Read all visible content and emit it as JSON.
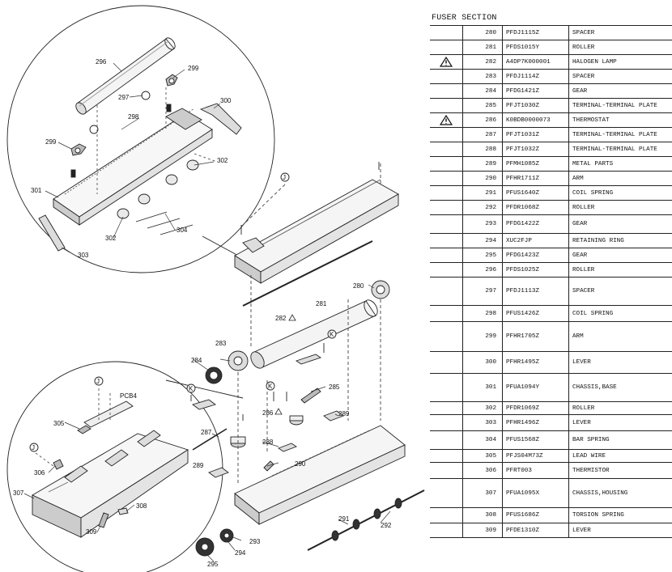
{
  "section_title": "FUSER SECTION",
  "parts": [
    {
      "ref": "280",
      "part": "PFDJ1115Z",
      "desc": "SPACER",
      "warn": false
    },
    {
      "ref": "281",
      "part": "PFDS1015Y",
      "desc": "ROLLER",
      "warn": false
    },
    {
      "ref": "282",
      "part": "A4DP7K000001",
      "desc": "HALOGEN LAMP",
      "warn": true
    },
    {
      "ref": "283",
      "part": "PFDJ1114Z",
      "desc": "SPACER",
      "warn": false
    },
    {
      "ref": "284",
      "part": "PFDG1421Z",
      "desc": "GEAR",
      "warn": false
    },
    {
      "ref": "285",
      "part": "PFJT1030Z",
      "desc": "TERMINAL-TERMINAL PLATE",
      "warn": false
    },
    {
      "ref": "286",
      "part": "K0BDB0000073",
      "desc": "THERMOSTAT",
      "warn": true
    },
    {
      "ref": "287",
      "part": "PFJT1031Z",
      "desc": "TERMINAL-TERMINAL PLATE",
      "warn": false
    },
    {
      "ref": "288",
      "part": "PFJT1032Z",
      "desc": "TERMINAL-TERMINAL PLATE",
      "warn": false
    },
    {
      "ref": "289",
      "part": "PFMH1085Z",
      "desc": "METAL PARTS",
      "warn": false
    },
    {
      "ref": "290",
      "part": "PFHR1711Z",
      "desc": "ARM",
      "warn": false
    },
    {
      "ref": "291",
      "part": "PFUS1640Z",
      "desc": "COIL SPRING",
      "warn": false
    },
    {
      "ref": "292",
      "part": "PFDR1068Z",
      "desc": "ROLLER",
      "warn": false
    },
    {
      "ref": "293",
      "part": "PFDG1422Z",
      "desc": "GEAR",
      "warn": false
    },
    {
      "ref": "294",
      "part": "XUC2FJP",
      "desc": "RETAINING RING",
      "warn": false
    },
    {
      "ref": "295",
      "part": "PFDG1423Z",
      "desc": "GEAR",
      "warn": false
    },
    {
      "ref": "296",
      "part": "PFDS1025Z",
      "desc": "ROLLER",
      "warn": false
    },
    {
      "ref": "297",
      "part": "PFDJ1113Z",
      "desc": "SPACER",
      "warn": false
    },
    {
      "ref": "298",
      "part": "PFUS1426Z",
      "desc": "COIL SPRING",
      "warn": false
    },
    {
      "ref": "299",
      "part": "PFHR1705Z",
      "desc": "ARM",
      "warn": false
    },
    {
      "ref": "300",
      "part": "PFHR1495Z",
      "desc": "LEVER",
      "warn": false
    },
    {
      "ref": "301",
      "part": "PFUA1094Y",
      "desc": "CHASSIS,BASE",
      "warn": false
    },
    {
      "ref": "302",
      "part": "PFDR1069Z",
      "desc": "ROLLER",
      "warn": false
    },
    {
      "ref": "303",
      "part": "PFHR1496Z",
      "desc": "LEVER",
      "warn": false
    },
    {
      "ref": "304",
      "part": "PFUS1568Z",
      "desc": "BAR SPRING",
      "warn": false
    },
    {
      "ref": "305",
      "part": "PFJS04M73Z",
      "desc": "LEAD WIRE",
      "warn": false
    },
    {
      "ref": "306",
      "part": "PFRT003",
      "desc": "THERMISTOR",
      "warn": false
    },
    {
      "ref": "307",
      "part": "PFUA1095X",
      "desc": "CHASSIS,HOUSING",
      "warn": false
    },
    {
      "ref": "308",
      "part": "PFUS1686Z",
      "desc": "TORSION SPRING",
      "warn": false
    },
    {
      "ref": "309",
      "part": "PFDE1310Z",
      "desc": "LEVER",
      "warn": false
    }
  ],
  "diagram": {
    "labels": {
      "l296": "296",
      "l299a": "299",
      "l297": "297",
      "l300": "300",
      "l298": "298",
      "l299b": "299",
      "l302a": "302",
      "l301": "301",
      "l302b": "302",
      "l304": "304",
      "l303": "303",
      "j1": "J",
      "l280": "280",
      "l281": "281",
      "l282": "282",
      "k1": "K",
      "l283": "283",
      "l284": "284",
      "l285": "285",
      "k2": "K",
      "k3": "K",
      "l286": "286",
      "l289a": "289",
      "l287": "287",
      "l288": "288",
      "l289b": "289",
      "l290": "290",
      "l291": "291",
      "l292": "292",
      "l293": "293",
      "l294": "294",
      "l295": "295",
      "j2": "J",
      "pcb4": "PCB4",
      "l305": "305",
      "j3": "J",
      "l306": "306",
      "l307": "307",
      "l308": "308",
      "l309": "309"
    }
  }
}
